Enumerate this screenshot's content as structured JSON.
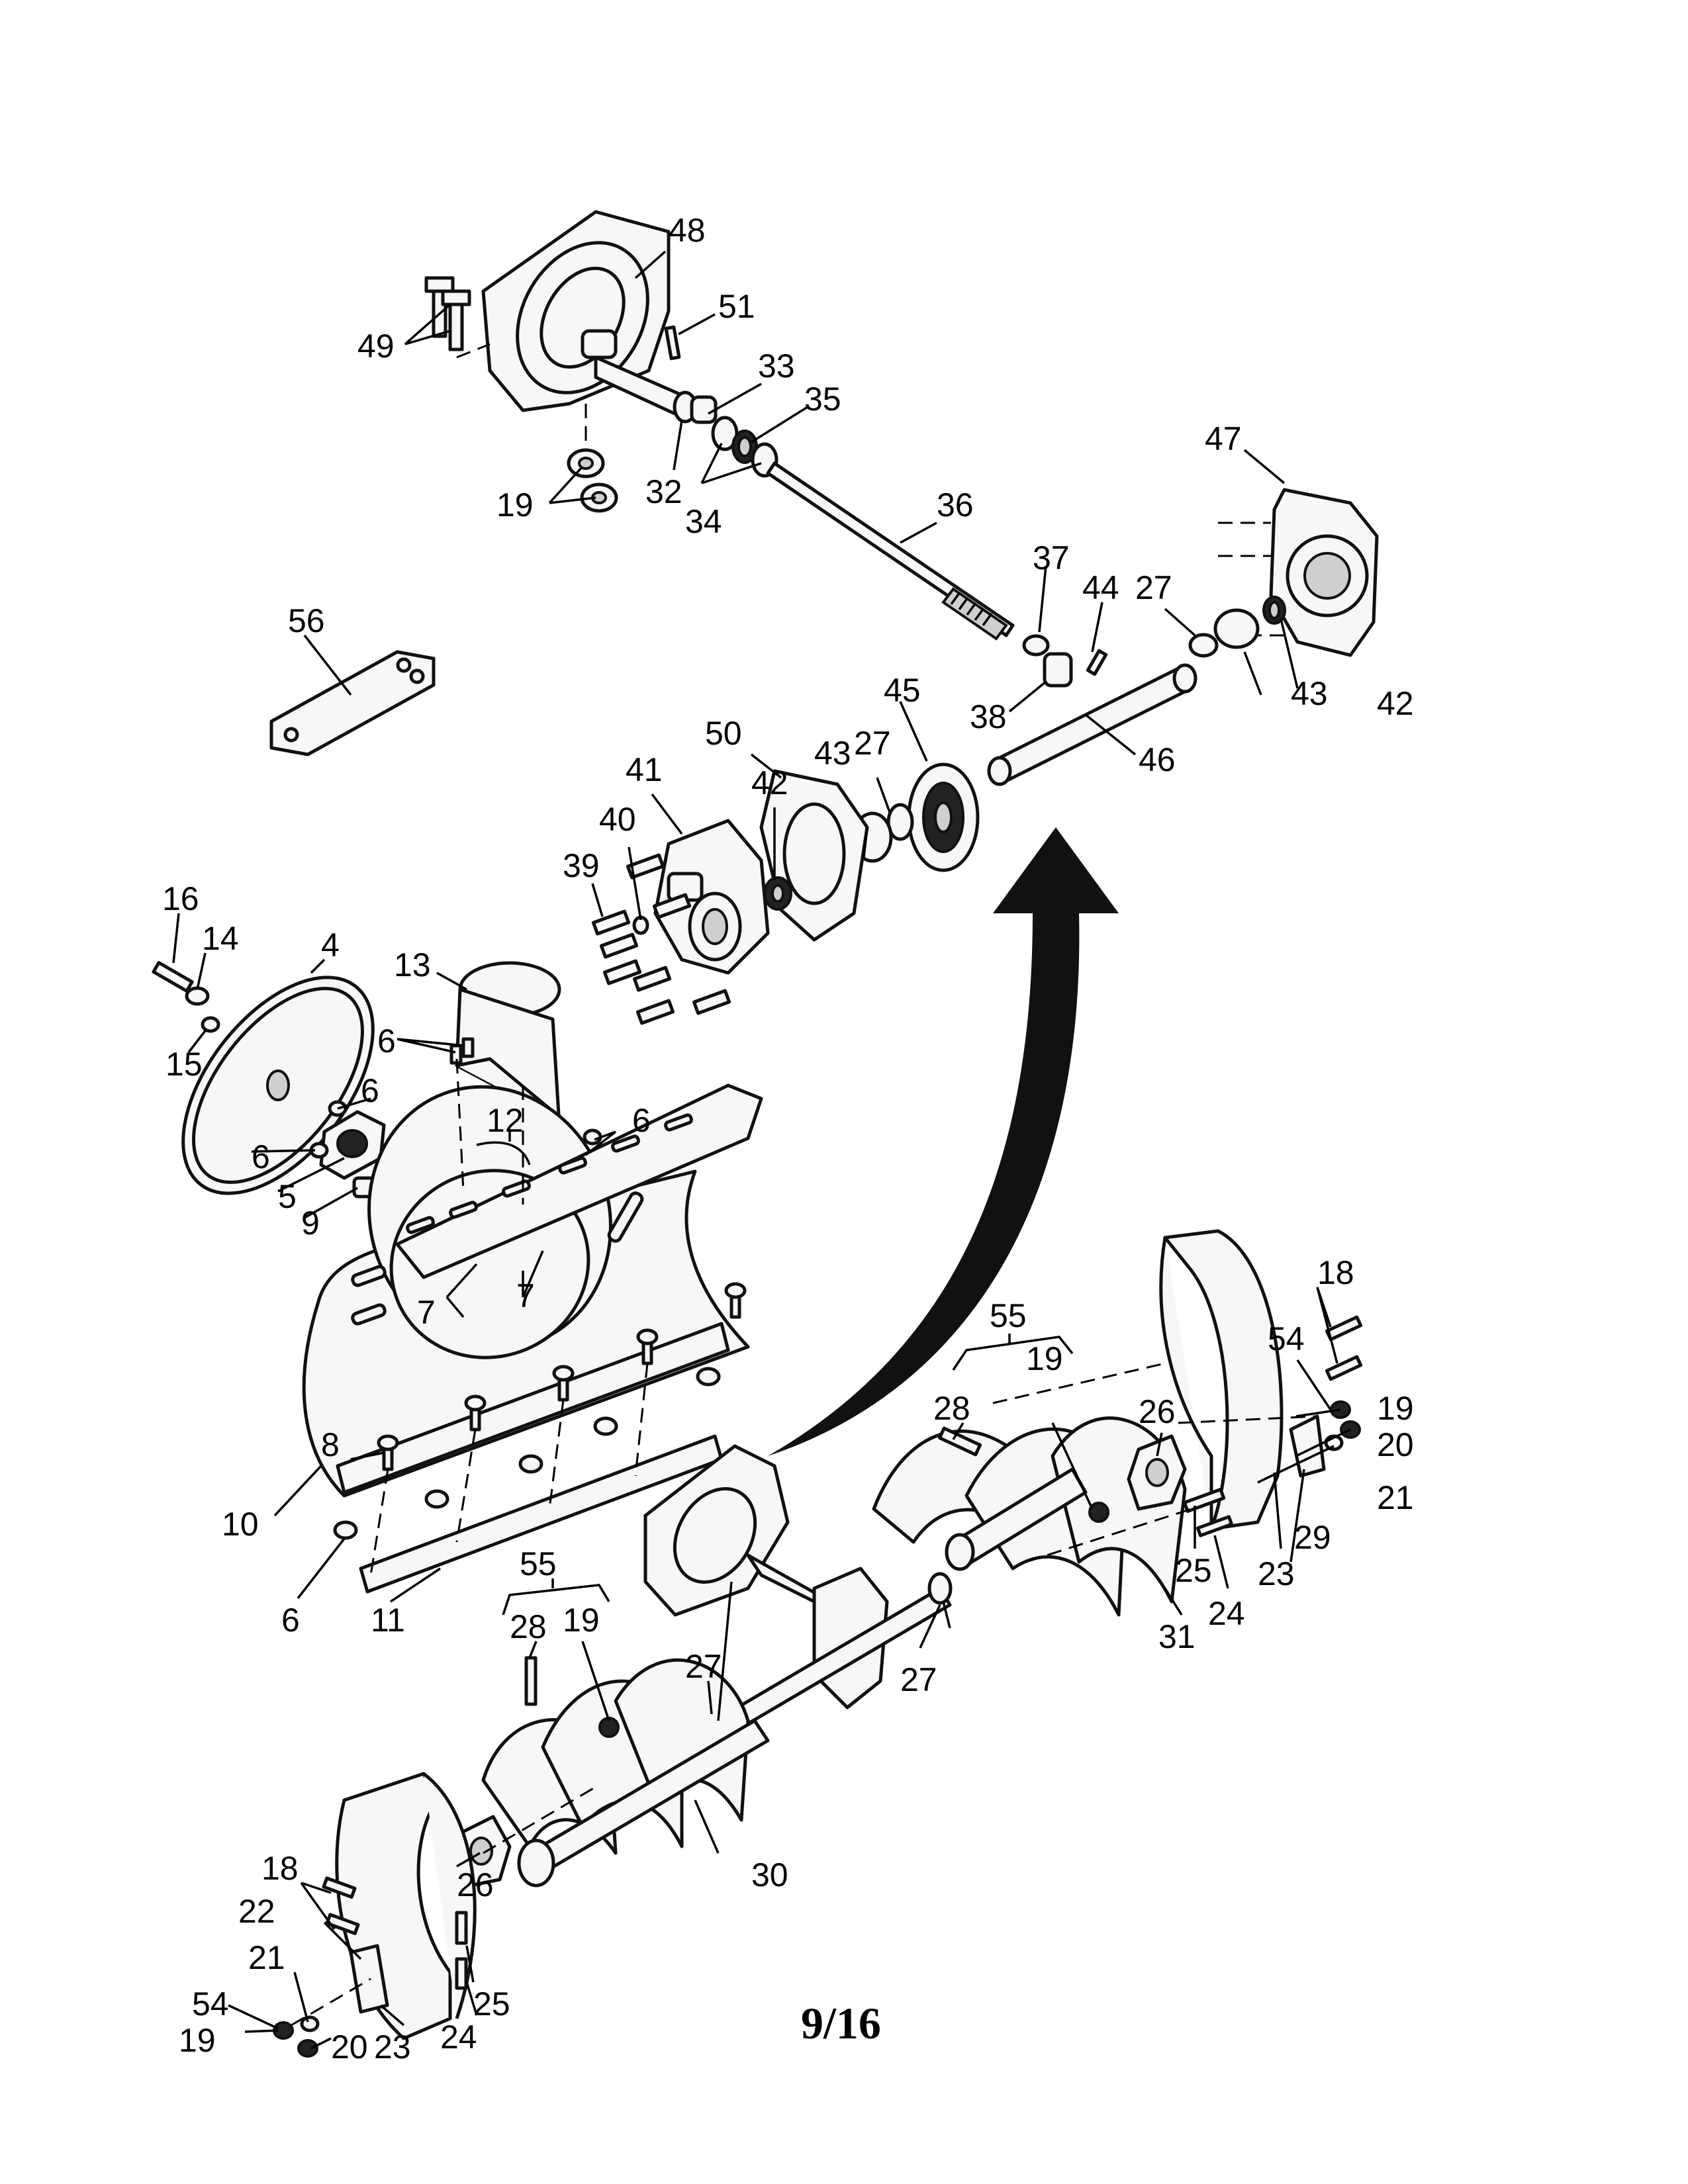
{
  "page": {
    "number": "9/16"
  },
  "callouts": [
    "48",
    "49",
    "51",
    "33",
    "35",
    "19",
    "32",
    "34",
    "36",
    "47",
    "37",
    "44",
    "27",
    "42",
    "43",
    "38",
    "46",
    "45",
    "50",
    "56",
    "41",
    "40",
    "39",
    "43",
    "27",
    "42",
    "16",
    "14",
    "4",
    "13",
    "15",
    "6",
    "6",
    "6",
    "12",
    "6",
    "5",
    "9",
    "7",
    "7",
    "18",
    "55",
    "54",
    "19",
    "20",
    "21",
    "29",
    "23",
    "28",
    "19",
    "26",
    "8",
    "25",
    "24",
    "31",
    "10",
    "6",
    "11",
    "55",
    "28",
    "19",
    "27",
    "27",
    "30",
    "18",
    "26",
    "22",
    "21",
    "25",
    "24",
    "54",
    "19",
    "20",
    "23"
  ]
}
